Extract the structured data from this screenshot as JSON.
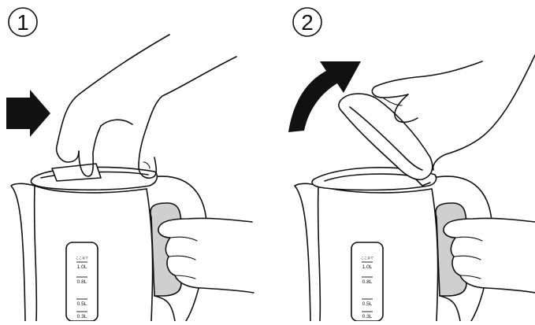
{
  "steps": [
    {
      "number": "1",
      "arrow_direction": "right",
      "scale": {
        "top_text": "ここまで",
        "marks": [
          "1.0L",
          "0.8L",
          "0.5L",
          "0.3L"
        ]
      }
    },
    {
      "number": "2",
      "arrow_direction": "curved-up-right",
      "scale": {
        "top_text": "ここまで",
        "marks": [
          "1.0L",
          "0.8L",
          "0.5L",
          "0.3L"
        ]
      }
    }
  ],
  "colors": {
    "line": "#111111",
    "handle_fill": "#cfcfcf",
    "background": "#ffffff"
  }
}
